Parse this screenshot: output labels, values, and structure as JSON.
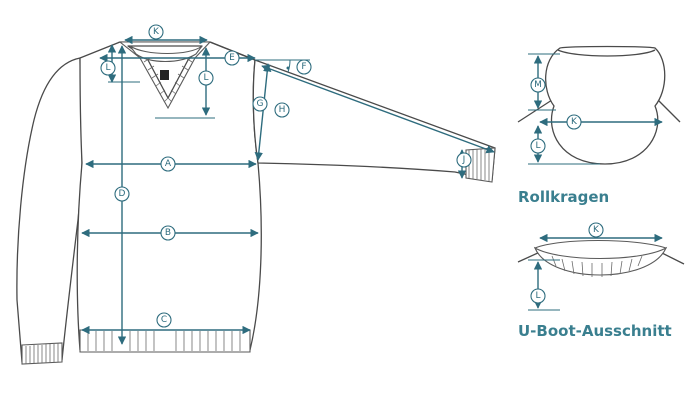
{
  "colors": {
    "accent": "#2e6c7e",
    "caption": "#3a7f8f",
    "outline": "#4a4a4a"
  },
  "labels": {
    "A": "A",
    "B": "B",
    "C": "C",
    "D": "D",
    "E": "E",
    "F": "F",
    "G": "G",
    "H": "H",
    "J": "J",
    "K": "K",
    "L": "L",
    "M": "M"
  },
  "captions": {
    "turtleneck": "Rollkragen",
    "boatneck": "U-Boot-Ausschnitt"
  }
}
